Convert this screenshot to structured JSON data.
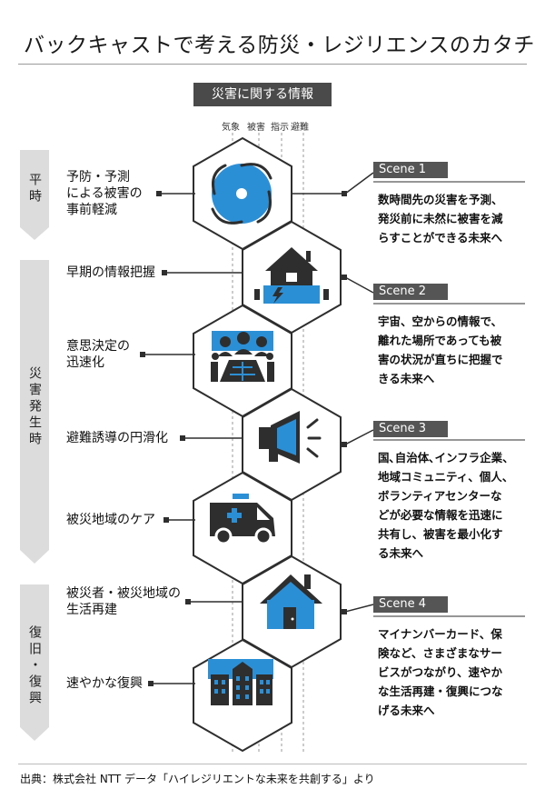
{
  "title": "バックキャストで考える防災・レジリエンスのカタチ",
  "info_banner": "災害に関する情報",
  "info_columns": [
    "気象",
    "被害",
    "指示",
    "避難"
  ],
  "phases": [
    {
      "label": "平時"
    },
    {
      "label": "災害発生時"
    },
    {
      "label": "復旧・復興"
    }
  ],
  "steps": [
    {
      "label": "予防・予測\nによる被害の\n事前軽減",
      "icon": "typhoon-icon"
    },
    {
      "label": "早期の情報把握",
      "icon": "flooded-house-icon"
    },
    {
      "label": "意思決定の\n迅速化",
      "icon": "meeting-room-icon"
    },
    {
      "label": "避難誘導の円滑化",
      "icon": "megaphone-icon"
    },
    {
      "label": "被災地域のケア",
      "icon": "ambulance-icon"
    },
    {
      "label": "被災者・被災地域の\n生活再建",
      "icon": "house-icon"
    },
    {
      "label": "速やかな復興",
      "icon": "city-buildings-icon"
    }
  ],
  "scenes": [
    {
      "tag": "Scene 1",
      "desc": "数時間先の災害を予測、\n発災前に未然に被害を減\nらすことができる未来へ"
    },
    {
      "tag": "Scene 2",
      "desc": "宇宙、空からの情報で、\n離れた場所であっても被\n害の状況が直ちに把握で\nきる未来へ"
    },
    {
      "tag": "Scene 3",
      "desc": "国､自治体､インフラ企業、\n地域コミュニティ、個人、\nボランティアセンターな\nどが必要な情報を迅速に\n共有し、被害を最小化す\nる未来へ"
    },
    {
      "tag": "Scene 4",
      "desc": "マイナンバーカード、保\n険など、さまざまなサー\nビスがつながり、速やか\nな生活再建・復興につな\nげる未来へ"
    }
  ],
  "footer": "出典：株式会社 NTT データ「ハイレジリエントな未来を共創する」より",
  "colors": {
    "accent": "#2b8fd6",
    "dark": "#2e2e2e",
    "phase_bg": "#dcdcdc",
    "banner": "#4a4a4a"
  }
}
